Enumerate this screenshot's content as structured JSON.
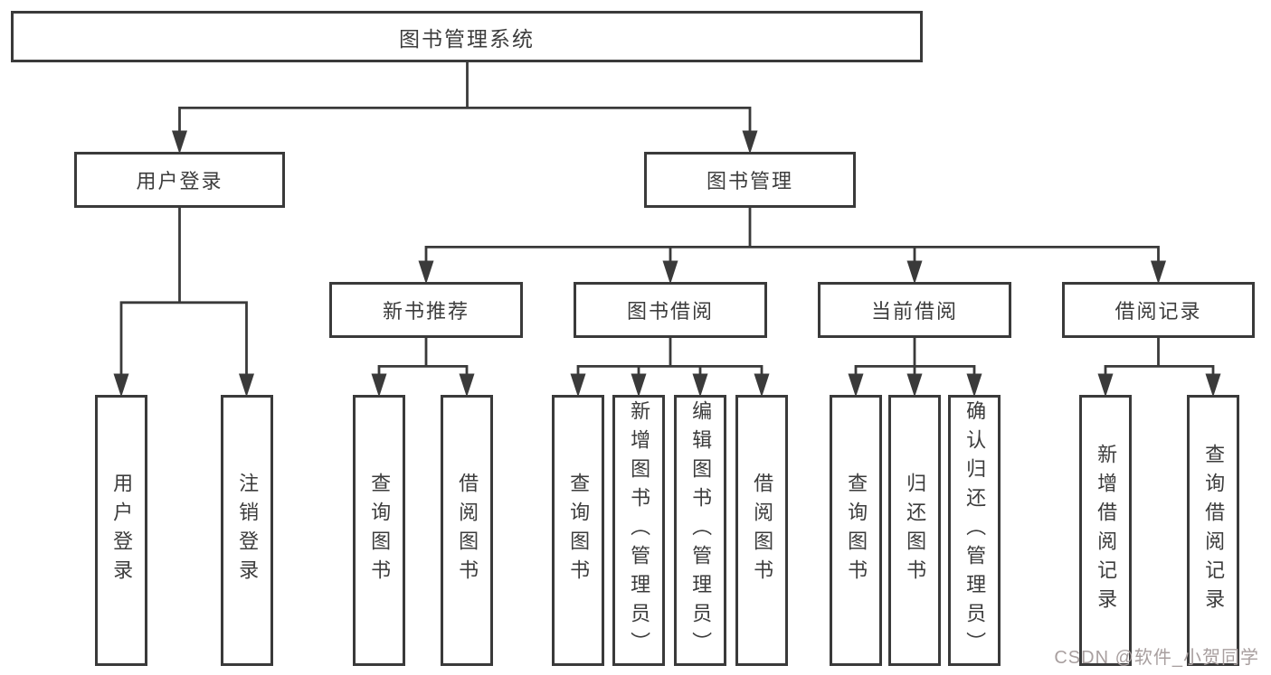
{
  "diagram_title": "图书管理系统",
  "nodes": {
    "root": "图书管理系统",
    "login": "用户登录",
    "book_mgmt": "图书管理",
    "user_login": "用户登录",
    "logout": "注销登录",
    "new_book_rec": "新书推荐",
    "book_borrow": "图书借阅",
    "current_borrow": "当前借阅",
    "borrow_records": "借阅记录",
    "nb_query_book": "查询图书",
    "nb_borrow_book": "借阅图书",
    "bb_query_book": "查询图书",
    "bb_add_book": "新增图书（管理员）",
    "bb_edit_book": "编辑图书（管理员）",
    "bb_borrow_book": "借阅图书",
    "cb_query_book": "查询图书",
    "cb_return_book": "归还图书",
    "cb_confirm_return": "确认归还（管理员）",
    "br_add_record": "新增借阅记录",
    "br_query_record": "查询借阅记录"
  },
  "watermark": "CSDN @软件_小贺同学",
  "colors": {
    "line": "#3a3a3a",
    "text": "#3c3c3c",
    "watermark": "#a89f9f",
    "background": "#ffffff"
  }
}
